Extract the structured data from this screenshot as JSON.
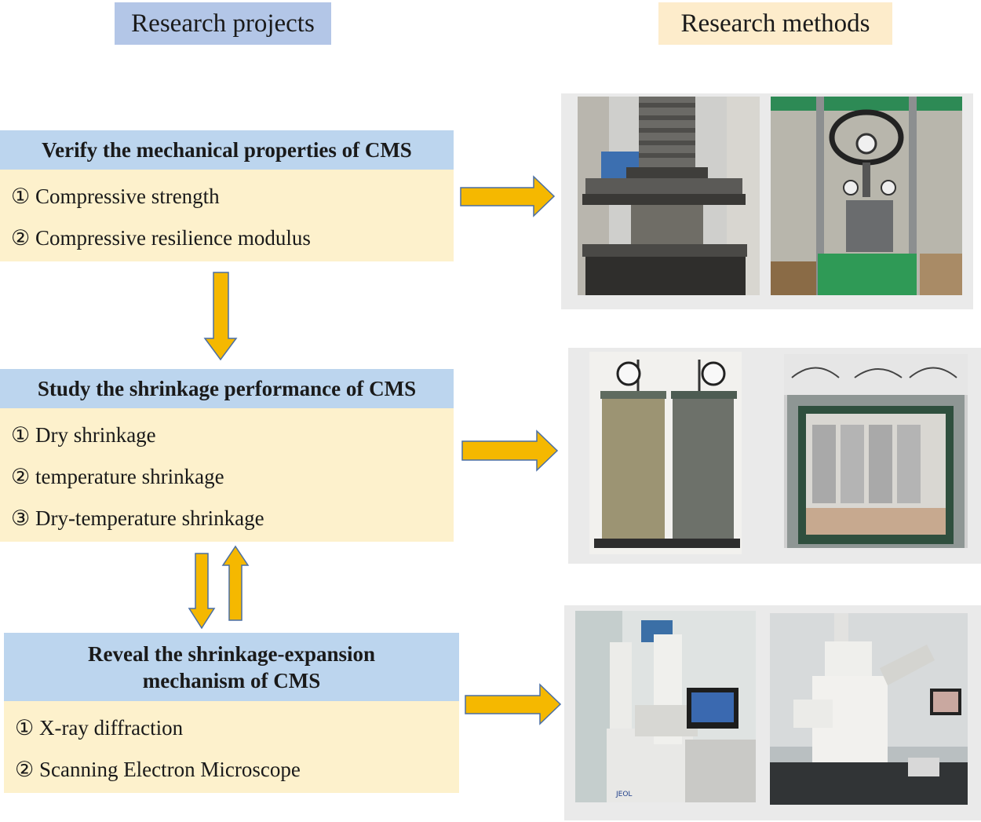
{
  "headers": {
    "projects": "Research projects",
    "methods": "Research methods"
  },
  "blocks": [
    {
      "title": "Verify the mechanical properties of CMS",
      "items": [
        "① Compressive strength",
        "② Compressive resilience  modulus"
      ]
    },
    {
      "title": "Study the shrinkage performance of CMS",
      "items": [
        "① Dry shrinkage",
        "② temperature  shrinkage",
        "③ Dry-temperature  shrinkage"
      ]
    },
    {
      "title_lines": [
        "Reveal the shrinkage-expansion",
        "mechanism of CMS"
      ],
      "items": [
        "① X-ray diffraction",
        "② Scanning Electron Microscope"
      ]
    }
  ],
  "colors": {
    "header_left": "#b3c6e7",
    "header_right": "#fdeccb",
    "block_title": "#bcd5ee",
    "block_body": "#fdf1cc",
    "arrow_fill": "#f5b800",
    "arrow_stroke": "#4a6fa5"
  }
}
